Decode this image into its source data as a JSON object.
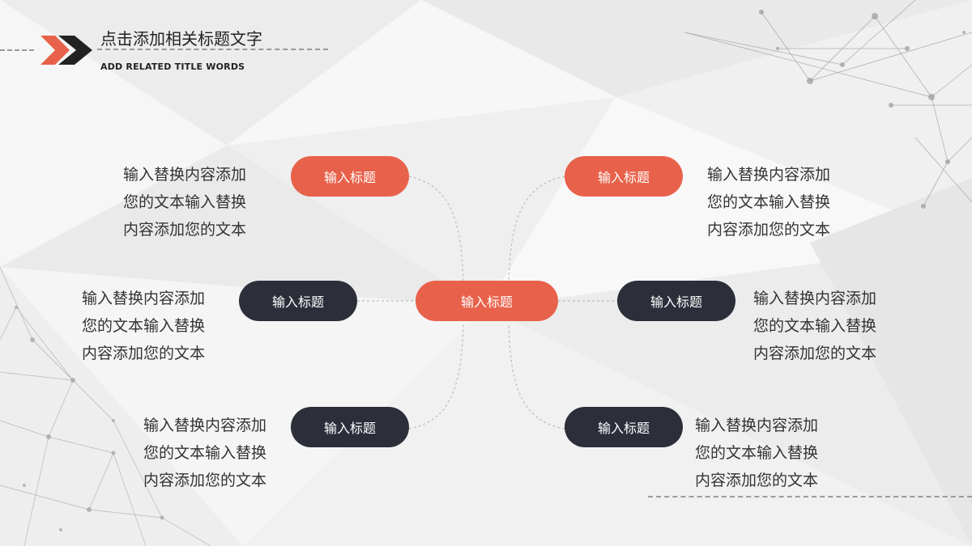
{
  "header": {
    "title": "点击添加相关标题文字",
    "subtitle": "ADD RELATED TITLE WORDS"
  },
  "colors": {
    "accent": "#e8614a",
    "dark": "#2c2f3a",
    "text": "#333333"
  },
  "center": {
    "label": "输入标题"
  },
  "nodes": [
    {
      "label": "输入标题",
      "style": "orange",
      "text": [
        "输入替换内容添加",
        "您的文本输入替换",
        "内容添加您的文本"
      ]
    },
    {
      "label": "输入标题",
      "style": "orange",
      "text": [
        "输入替换内容添加",
        "您的文本输入替换",
        "内容添加您的文本"
      ]
    },
    {
      "label": "输入标题",
      "style": "dark",
      "text": [
        "输入替换内容添加",
        "您的文本输入替换",
        "内容添加您的文本"
      ]
    },
    {
      "label": "输入标题",
      "style": "dark",
      "text": [
        "输入替换内容添加",
        "您的文本输入替换",
        "内容添加您的文本"
      ]
    },
    {
      "label": "输入标题",
      "style": "dark",
      "text": [
        "输入替换内容添加",
        "您的文本输入替换",
        "内容添加您的文本"
      ]
    },
    {
      "label": "输入标题",
      "style": "dark",
      "text": [
        "输入替换内容添加",
        "您的文本输入替换",
        "内容添加您的文本"
      ]
    }
  ]
}
